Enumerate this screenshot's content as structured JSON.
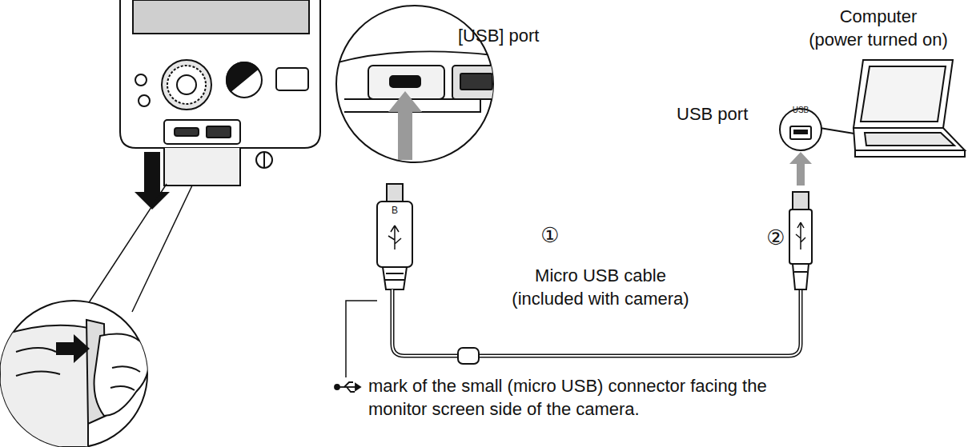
{
  "diagram": {
    "labels": [
      "[USB] port",
      "Computer (power turned on)",
      "USB port",
      "USB",
      "①",
      "②",
      "B",
      "Micro USB cable (included with camera)",
      "mark of the small (micro USB) connector facing the monitor screen side of the camera."
    ]
  }
}
